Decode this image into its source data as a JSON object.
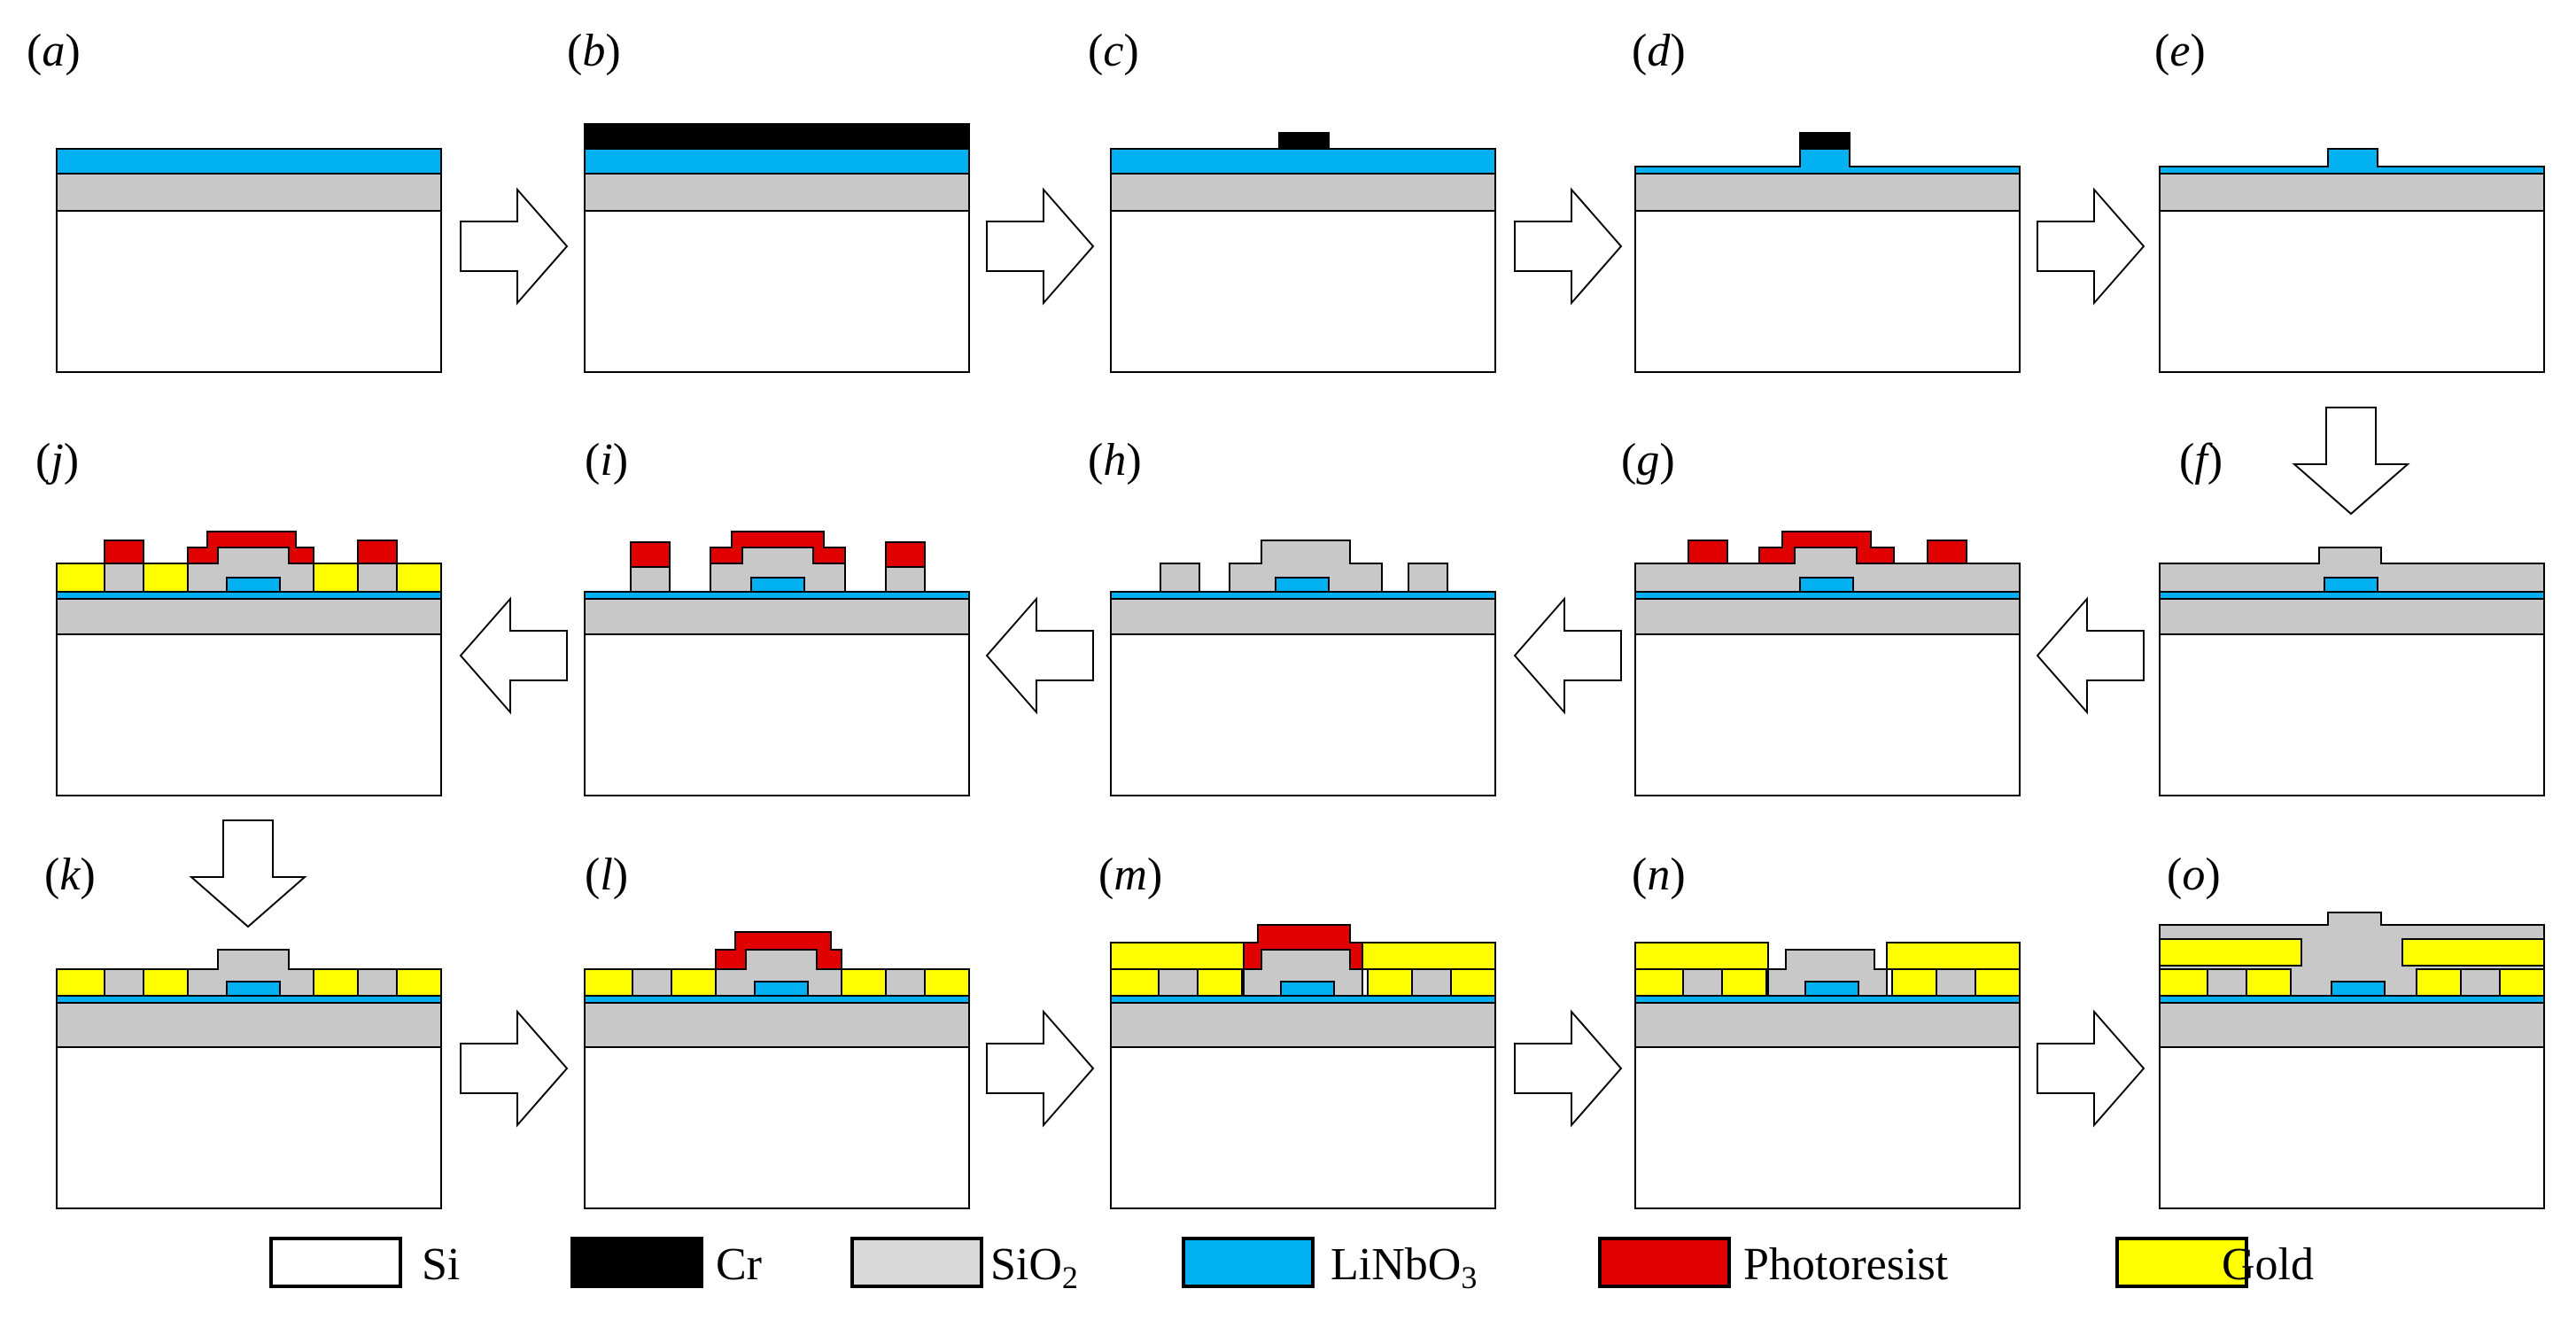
{
  "panel_labels": [
    "a",
    "b",
    "c",
    "d",
    "e",
    "f",
    "g",
    "h",
    "i",
    "j",
    "k",
    "l",
    "m",
    "n",
    "o"
  ],
  "legend": [
    {
      "label_main": "Si",
      "label_sub": "",
      "color": "#ffffff"
    },
    {
      "label_main": "Cr",
      "label_sub": "",
      "color": "#000000"
    },
    {
      "label_main": "SiO",
      "label_sub": "2",
      "color": "#d9d9d9"
    },
    {
      "label_main": "LiNbO",
      "label_sub": "3",
      "color": "#00b0f0"
    },
    {
      "label_main": "Photoresist",
      "label_sub": "",
      "color": "#e00000"
    },
    {
      "label_main": "Gold",
      "label_sub": "",
      "color": "#ffff00"
    }
  ],
  "colors": {
    "si": "#ffffff",
    "cr": "#000000",
    "sio2": "#c8c8c8",
    "linbo3": "#00b0f0",
    "photoresist": "#e00000",
    "gold": "#ffff00",
    "outline": "#000000"
  }
}
